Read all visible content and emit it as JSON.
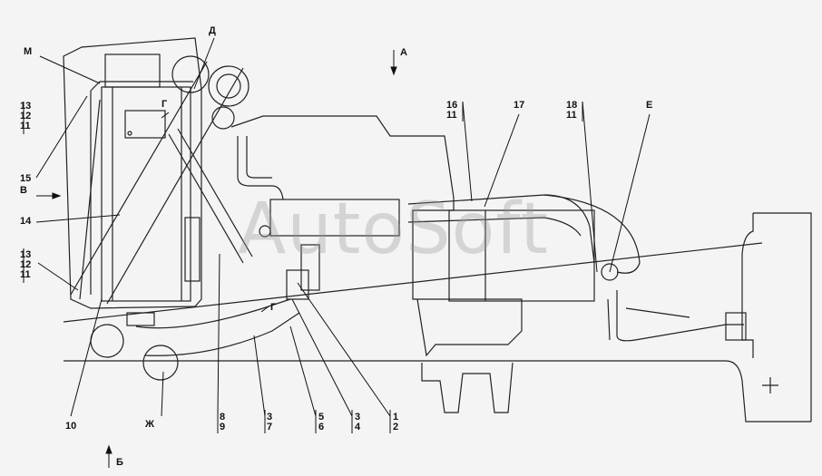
{
  "watermark": "AutoSoft",
  "labels": {
    "M": "М",
    "D": "Д",
    "A": "А",
    "G_top": "Г",
    "G_mid": "Г",
    "E": "Е",
    "V": "В",
    "B": "Б",
    "Zh": "Ж",
    "n14": "14",
    "n15": "15",
    "n17": "17",
    "n10": "10"
  },
  "stacks": {
    "left_top": [
      "13",
      "12",
      "11"
    ],
    "left_mid": [
      "13",
      "12",
      "11"
    ],
    "top_16": [
      "16",
      "11"
    ],
    "top_18": [
      "18",
      "11"
    ],
    "bot_8": [
      "8",
      "9"
    ],
    "bot_3": [
      "3",
      "7"
    ],
    "bot_5": [
      "5",
      "6"
    ],
    "bot_3b": [
      "3",
      "4"
    ],
    "bot_1": [
      "1",
      "2"
    ]
  }
}
